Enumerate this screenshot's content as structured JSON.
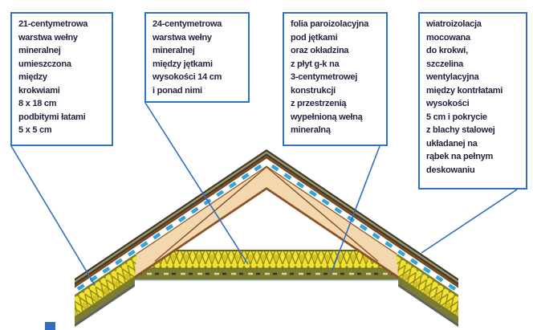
{
  "diagram": {
    "type": "roof-insulation-cross-section",
    "callouts": [
      {
        "id": 1,
        "text": "21-centymetrowa\nwarstwa wełny\nmineralnej\numieszczona\nmiędzy\nkrokwiami\n8 x 18 cm\npodbitymi łatami\n5 x 5 cm"
      },
      {
        "id": 2,
        "text": "24-centymetrowa\nwarstwa wełny\nmineralnej\nmiędzy jętkami\nwysokości 14 cm\ni ponad nimi"
      },
      {
        "id": 3,
        "text": "folia paroizolacyjna\npod jętkami\noraz okładzina\nz płyt g-k na\n3-centymetrowej\nkonstrukcji\nz przestrzenią\nwypełnioną wełną\nmineralną"
      },
      {
        "id": 4,
        "text": "wiatroizolacja\nmocowana\ndo krokwi,\nszczelina\nwentylacyjna\nmiędzy kontrłatami\nwysokości\n5 cm i pokrycie\nz blachy stalowej\nukładanej na\nrąbek na pełnym\ndeskowaniu"
      }
    ],
    "colors": {
      "background": "#ffffff",
      "callout_border": "#2e74c4",
      "leader": "#2f6ec2",
      "text": "#232340",
      "steel": "#3b3b36",
      "steel_mid": "#ab9148",
      "boarding": "#7c4a1e",
      "vent_dash": "#31a5da",
      "rafter_wood": "#f3d7ae",
      "rafter_edge": "#8a5526",
      "wool_yellow": "#f0e431",
      "wool_hatch": "#95861c",
      "wool_drop": "#d6c31f",
      "olive": "#7c7c2e",
      "band_edge": "#62621c",
      "gray_edge": "#63635c",
      "gk_dash_light": "#d9d9a8",
      "gk_dash_dark": "#30303c",
      "folia_line": "#6e94c8"
    }
  }
}
